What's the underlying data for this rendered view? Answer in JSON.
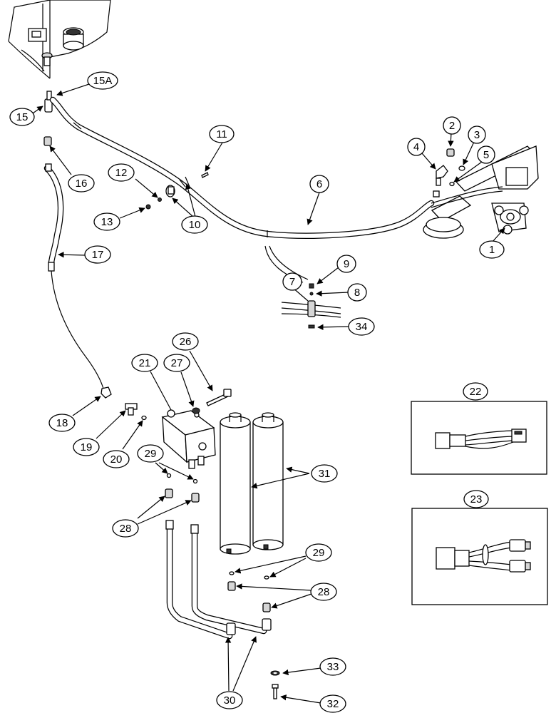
{
  "callouts": {
    "c1": "1",
    "c2": "2",
    "c3": "3",
    "c4": "4",
    "c5": "5",
    "c6": "6",
    "c7": "7",
    "c8": "8",
    "c9": "9",
    "c10": "10",
    "c11": "11",
    "c12": "12",
    "c13": "13",
    "c15": "15",
    "c15a": "15A",
    "c16": "16",
    "c17": "17",
    "c18": "18",
    "c19": "19",
    "c20": "20",
    "c21": "21",
    "c22": "22",
    "c23": "23",
    "c26": "26",
    "c27": "27",
    "c28a": "28",
    "c28b": "28",
    "c29a": "29",
    "c29b": "29",
    "c30": "30",
    "c31": "31",
    "c32": "32",
    "c33": "33",
    "c34": "34"
  }
}
